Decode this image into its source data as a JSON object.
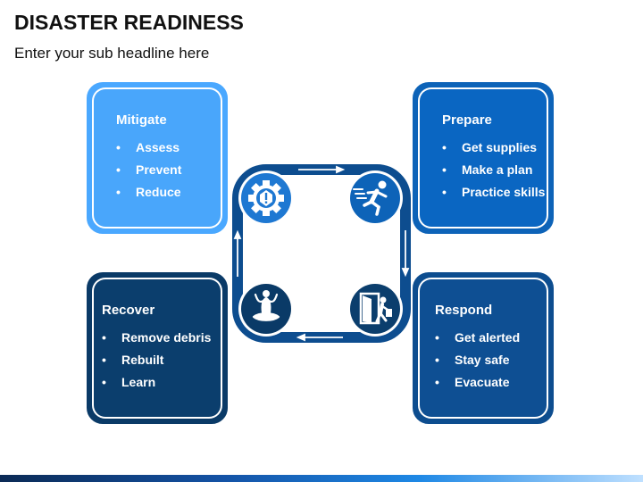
{
  "header": {
    "title": "DISASTER READINESS",
    "subtitle": "Enter your sub headline here"
  },
  "cards": [
    {
      "id": "mitigate",
      "title": "Mitigate",
      "items": [
        "Assess",
        "Prevent",
        "Reduce"
      ],
      "color": "#4aa8ff"
    },
    {
      "id": "prepare",
      "title": "Prepare",
      "items": [
        "Get supplies",
        "Make a plan",
        "Practice skills"
      ],
      "color": "#0d63b8"
    },
    {
      "id": "recover",
      "title": "Recover",
      "items": [
        "Remove debris",
        "Rebuilt",
        "Learn"
      ],
      "color": "#0a3a67"
    },
    {
      "id": "respond",
      "title": "Respond",
      "items": [
        "Get alerted",
        "Stay safe",
        "Evacuate"
      ],
      "color": "#0d4d8f"
    }
  ],
  "icons": {
    "mitigate": "gear-alert-icon",
    "prepare": "running-person-icon",
    "respond": "exit-door-icon",
    "recover": "meditation-icon"
  },
  "colors": {
    "ring": "#0d4d8f",
    "arrow": "#ffffff"
  }
}
